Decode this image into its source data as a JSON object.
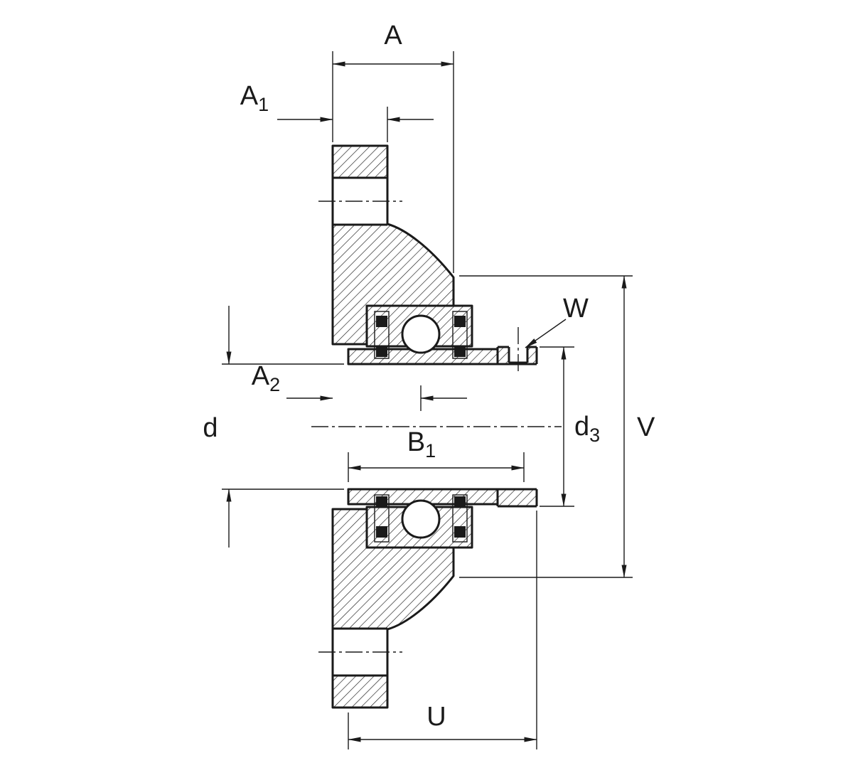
{
  "drawing_type": "cross-section",
  "colors": {
    "ink": "#1a1a1a",
    "paper": "#ffffff"
  },
  "dimension_labels": {
    "a": "A",
    "a1": {
      "base": "A",
      "sub": "1"
    },
    "a2": {
      "base": "A",
      "sub": "2"
    },
    "b1": {
      "base": "B",
      "sub": "1"
    },
    "d": "d",
    "d3": {
      "base": "d",
      "sub": "3"
    },
    "w": "W",
    "v": "V",
    "u": "U"
  }
}
